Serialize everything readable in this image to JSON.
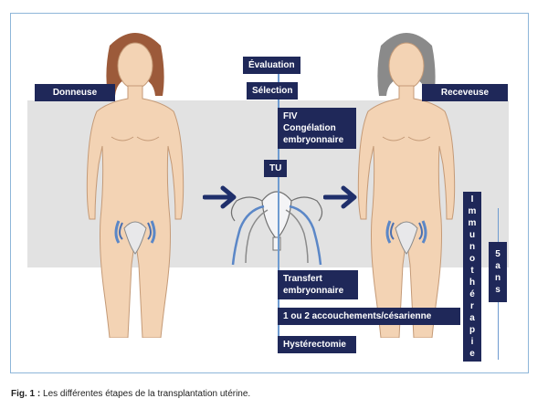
{
  "labels": {
    "donor": "Donneuse",
    "recipient": "Receveuse",
    "evaluation": "Évaluation",
    "selection": "Sélection",
    "ivf_line1": "FIV",
    "ivf_line2": "Congélation",
    "ivf_line3": "embryonnaire",
    "tu": "TU",
    "transfer_line1": "Transfert",
    "transfer_line2": "embryonnaire",
    "deliveries": "1 ou 2 accouchements/césarienne",
    "hysterectomy": "Hystérectomie"
  },
  "vertical": {
    "immunotherapy": [
      "I",
      "m",
      "m",
      "u",
      "n",
      "o",
      "t",
      "h",
      "é",
      "r",
      "a",
      "p",
      "i",
      "e"
    ],
    "five_years": [
      "5",
      "a",
      "n",
      "s"
    ]
  },
  "caption": {
    "prefix": "Fig. 1 :",
    "text": "Les différentes étapes de la transplantation utérine."
  },
  "colors": {
    "label_bg": "#1f2859",
    "timeline": "#6e9bd0",
    "band": "#e2e2e2",
    "skin": "#f3d3b4",
    "donor_hair": "#9c5a3a",
    "recipient_hair": "#8a8a8a",
    "arrow": "#1f2f6b"
  },
  "icons": [
    "female-figure-donor",
    "female-figure-recipient",
    "transplant-uterus",
    "arrow-right",
    "arrow-right"
  ]
}
